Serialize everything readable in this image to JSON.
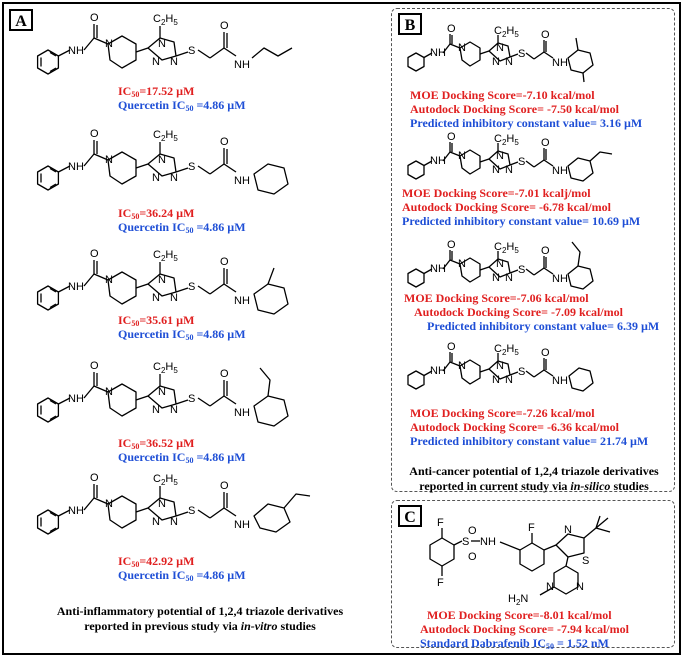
{
  "panels": {
    "a": {
      "label": "A",
      "compounds": [
        {
          "ic50_label": "IC",
          "ic50_value": "=17.52 µM",
          "ref_label": "Quercetin IC",
          "ref_value": " =4.86 µM"
        },
        {
          "ic50_label": "IC",
          "ic50_value": "=36.24 µM",
          "ref_label": "Quercetin IC",
          "ref_value": " =4.86 µM"
        },
        {
          "ic50_label": "IC",
          "ic50_value": "=35.61 µM",
          "ref_label": "Quercetin IC",
          "ref_value": " =4.86 µM"
        },
        {
          "ic50_label": "IC",
          "ic50_value": "=36.52 µM",
          "ref_label": "Quercetin IC",
          "ref_value": " =4.86 µM"
        },
        {
          "ic50_label": "IC",
          "ic50_value": "=42.92 µM",
          "ref_label": "Quercetin IC",
          "ref_value": " =4.86 µM"
        }
      ],
      "caption_line1": "Anti-inflammatory potential of 1,2,4 triazole derivatives",
      "caption_line2": "reported in previous study via ",
      "caption_italic": "in-vitro",
      "caption_end": " studies"
    },
    "b": {
      "label": "B",
      "compounds": [
        {
          "moe": "MOE Docking Score=-7.10 kcal/mol",
          "autodock": "Autodock Docking Score= -7.50 kcal/mol",
          "ki": "Predicted inhibitory constant value= 3.16 µM"
        },
        {
          "moe": "MOE Docking Score=-7.01 kcalj/mol",
          "autodock": "Autodock Docking Score= -6.78 kcal/mol",
          "ki": "Predicted inhibitory constant value= 10.69 µM"
        },
        {
          "moe": "MOE Docking Score=-7.06 kcal/mol",
          "autodock": "Autodock Docking Score= -7.09 kcal/mol",
          "ki": "Predicted inhibitory constant value= 6.39 µM"
        },
        {
          "moe": "MOE Docking Score=-7.26 kcal/mol",
          "autodock": "Autodock Docking Score= -6.36 kcal/mol",
          "ki": "Predicted inhibitory constant value= 21.74 µM"
        }
      ],
      "caption_line1": "Anti-cancer potential of 1,2,4 triazole derivatives",
      "caption_line2": "reported in current study via ",
      "caption_italic": "in-silico",
      "caption_end": " studies"
    },
    "c": {
      "label": "C",
      "moe": "MOE Docking Score=-8.01 kcal/mol",
      "autodock": "Autodock Docking Score= -7.94 kcal/mol",
      "ref_label": "Standard Dabrafenib IC",
      "ref_value": " = 1.52 nM"
    }
  },
  "chem": {
    "ethyl": "C",
    "ethyl_h": "H",
    "two": "2",
    "five": "5",
    "fifty": "50",
    "N": "N",
    "NH": "NH",
    "HN": "H",
    "O": "O",
    "S": "S",
    "F": "F",
    "H2N": "H",
    "sulfonyl": "S"
  },
  "colors": {
    "score": "#e02020",
    "reference": "#1f4fd6"
  }
}
